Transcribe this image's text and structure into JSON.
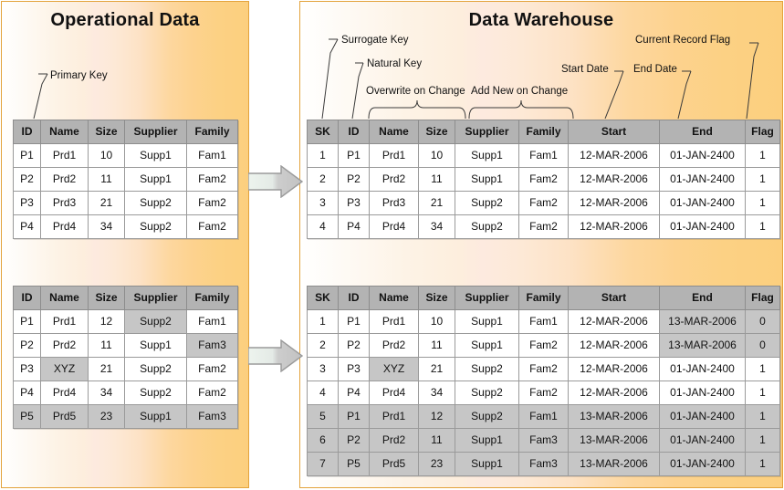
{
  "panels": {
    "operational": {
      "title": "Operational Data"
    },
    "warehouse": {
      "title": "Data Warehouse"
    }
  },
  "annotations": {
    "primary_key": "Primary Key",
    "surrogate_key": "Surrogate Key",
    "natural_key": "Natural Key",
    "overwrite_on_change": "Overwrite on Change",
    "add_new_on_change": "Add New on Change",
    "start_date": "Start Date",
    "end_date": "End Date",
    "current_record_flag": "Current Record Flag"
  },
  "colors": {
    "panel_border": "#e3a33c",
    "panel_fill_start": "#ffffff",
    "panel_fill_end": "#fccf7e",
    "table_header": "#b3b3b3",
    "table_highlight": "#c6c6c6",
    "table_border": "#9a9a9a",
    "arrow_fill": "#c9c9c9",
    "arrow_stroke": "#9a9a9a"
  },
  "arrows": [
    {
      "name": "arrow-op-before-to-dw-before"
    },
    {
      "name": "arrow-op-after-to-dw-after"
    }
  ],
  "tables": {
    "op_before": {
      "columns": [
        "ID",
        "Name",
        "Size",
        "Supplier",
        "Family"
      ],
      "rows": [
        [
          "P1",
          "Prd1",
          "10",
          "Supp1",
          "Fam1"
        ],
        [
          "P2",
          "Prd2",
          "11",
          "Supp1",
          "Fam2"
        ],
        [
          "P3",
          "Prd3",
          "21",
          "Supp2",
          "Fam2"
        ],
        [
          "P4",
          "Prd4",
          "34",
          "Supp2",
          "Fam2"
        ]
      ],
      "highlight_cells": [],
      "highlight_rows": []
    },
    "op_after": {
      "columns": [
        "ID",
        "Name",
        "Size",
        "Supplier",
        "Family"
      ],
      "rows": [
        [
          "P1",
          "Prd1",
          "12",
          "Supp2",
          "Fam1"
        ],
        [
          "P2",
          "Prd2",
          "11",
          "Supp1",
          "Fam3"
        ],
        [
          "P3",
          "XYZ",
          "21",
          "Supp2",
          "Fam2"
        ],
        [
          "P4",
          "Prd4",
          "34",
          "Supp2",
          "Fam2"
        ],
        [
          "P5",
          "Prd5",
          "23",
          "Supp1",
          "Fam3"
        ]
      ],
      "highlight_cells": [
        [
          0,
          3
        ],
        [
          1,
          4
        ],
        [
          2,
          1
        ]
      ],
      "highlight_rows": [
        4
      ]
    },
    "dw_before": {
      "columns": [
        "SK",
        "ID",
        "Name",
        "Size",
        "Supplier",
        "Family",
        "Start",
        "End",
        "Flag"
      ],
      "rows": [
        [
          "1",
          "P1",
          "Prd1",
          "10",
          "Supp1",
          "Fam1",
          "12-MAR-2006",
          "01-JAN-2400",
          "1"
        ],
        [
          "2",
          "P2",
          "Prd2",
          "11",
          "Supp1",
          "Fam2",
          "12-MAR-2006",
          "01-JAN-2400",
          "1"
        ],
        [
          "3",
          "P3",
          "Prd3",
          "21",
          "Supp2",
          "Fam2",
          "12-MAR-2006",
          "01-JAN-2400",
          "1"
        ],
        [
          "4",
          "P4",
          "Prd4",
          "34",
          "Supp2",
          "Fam2",
          "12-MAR-2006",
          "01-JAN-2400",
          "1"
        ]
      ],
      "highlight_cells": [],
      "highlight_rows": []
    },
    "dw_after": {
      "columns": [
        "SK",
        "ID",
        "Name",
        "Size",
        "Supplier",
        "Family",
        "Start",
        "End",
        "Flag"
      ],
      "rows": [
        [
          "1",
          "P1",
          "Prd1",
          "10",
          "Supp1",
          "Fam1",
          "12-MAR-2006",
          "13-MAR-2006",
          "0"
        ],
        [
          "2",
          "P2",
          "Prd2",
          "11",
          "Supp1",
          "Fam2",
          "12-MAR-2006",
          "13-MAR-2006",
          "0"
        ],
        [
          "3",
          "P3",
          "XYZ",
          "21",
          "Supp2",
          "Fam2",
          "12-MAR-2006",
          "01-JAN-2400",
          "1"
        ],
        [
          "4",
          "P4",
          "Prd4",
          "34",
          "Supp2",
          "Fam2",
          "12-MAR-2006",
          "01-JAN-2400",
          "1"
        ],
        [
          "5",
          "P1",
          "Prd1",
          "12",
          "Supp2",
          "Fam1",
          "13-MAR-2006",
          "01-JAN-2400",
          "1"
        ],
        [
          "6",
          "P2",
          "Prd2",
          "11",
          "Supp1",
          "Fam3",
          "13-MAR-2006",
          "01-JAN-2400",
          "1"
        ],
        [
          "7",
          "P5",
          "Prd5",
          "23",
          "Supp1",
          "Fam3",
          "13-MAR-2006",
          "01-JAN-2400",
          "1"
        ]
      ],
      "highlight_cells": [
        [
          0,
          7
        ],
        [
          0,
          8
        ],
        [
          1,
          7
        ],
        [
          1,
          8
        ],
        [
          2,
          2
        ]
      ],
      "highlight_rows": [
        4,
        5,
        6
      ]
    }
  }
}
